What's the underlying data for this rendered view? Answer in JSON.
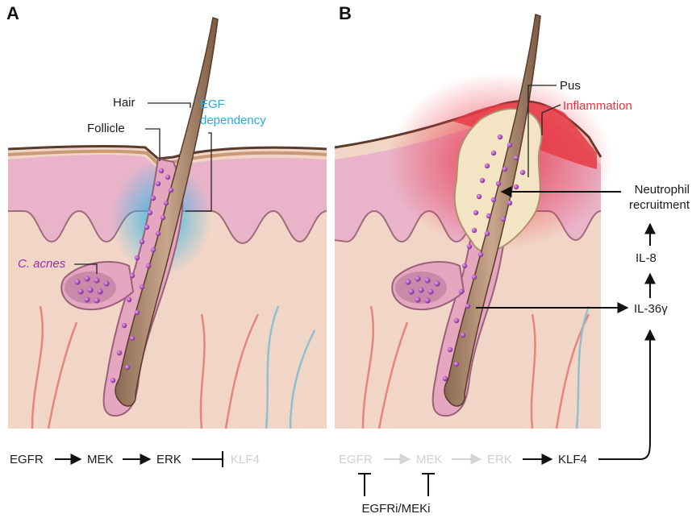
{
  "panels": {
    "a": {
      "letter": "A",
      "labels": {
        "hair": "Hair",
        "follicle": "Follicle",
        "egf_line1": "EGF",
        "egf_line2": "dependency",
        "bacteria": "C. acnes"
      },
      "pathway": [
        "EGFR",
        "MEK",
        "ERK",
        "KLF4"
      ]
    },
    "b": {
      "letter": "B",
      "labels": {
        "pus": "Pus",
        "inflammation": "Inflammation",
        "neutrophil_line1": "Neutrophil",
        "neutrophil_line2": "recruitment",
        "il8": "IL-8",
        "il36": "IL-36γ"
      },
      "pathway": [
        "EGFR",
        "MEK",
        "ERK",
        "KLF4"
      ],
      "inhibitor": "EGFRi/MEKi"
    }
  },
  "colors": {
    "egf_label": "#2aa9dd",
    "inflammation_label": "#e8323c",
    "bacteria_label": "#9b2fa8",
    "dimmed_text": "#cfcfcf"
  }
}
